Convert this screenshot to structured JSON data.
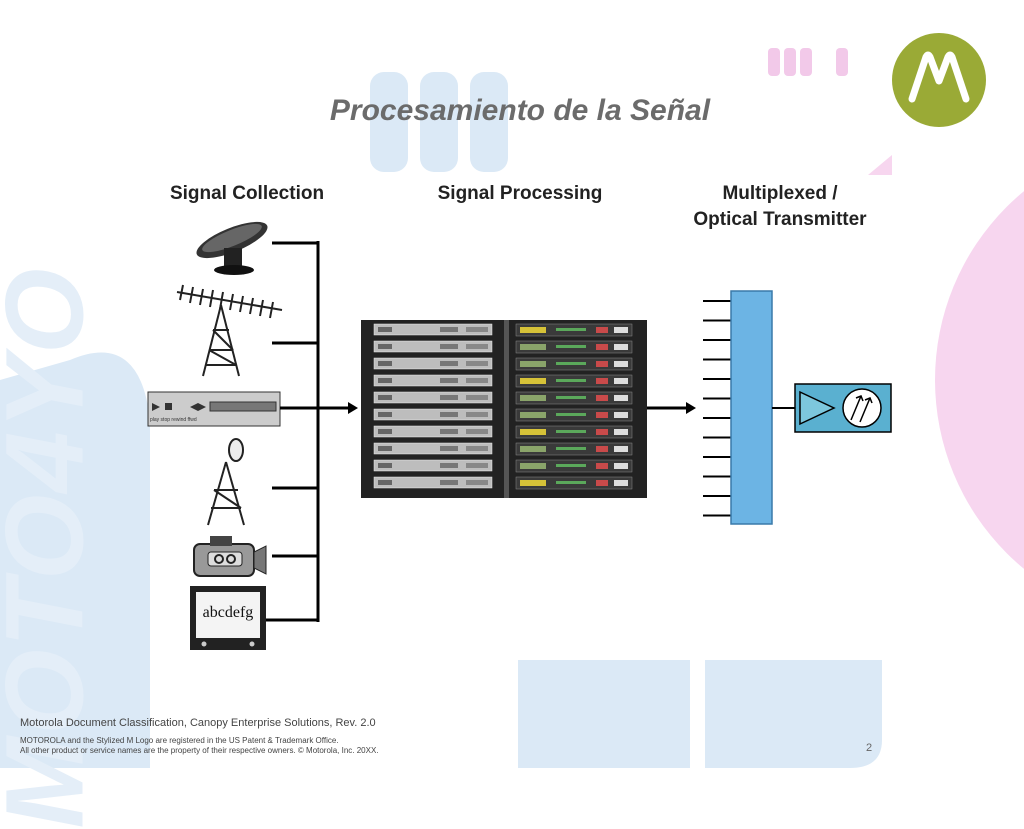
{
  "slide": {
    "title": "Procesamiento de la Señal",
    "watermark_text": "MOTO4YO",
    "page_number": "2"
  },
  "columns": {
    "collection": "Signal Collection",
    "processing": "Signal Processing",
    "transmitter_line1": "Multiplexed /",
    "transmitter_line2": "Optical Transmitter"
  },
  "sources": {
    "vcr_buttons": [
      "play",
      "stop",
      "rewind",
      "ffwd"
    ],
    "tv_text": "abcdefg"
  },
  "footer": {
    "classification": "Motorola Document Classification, Canopy Enterprise Solutions, Rev. 2.0",
    "trademark_line1": "MOTOROLA and the Stylized M Logo are registered in the US Patent & Trademark Office.",
    "trademark_line2": "All other product or service names are the property of their respective owners. © Motorola, Inc. 20XX."
  },
  "colors": {
    "logo_green": "#9aaa36",
    "multiplexer_blue": "#6cb4e4",
    "transmitter_blue": "#5ab0d0",
    "watermark_blue": "#dbe9f6",
    "accent_pink": "#f7d6ef"
  }
}
